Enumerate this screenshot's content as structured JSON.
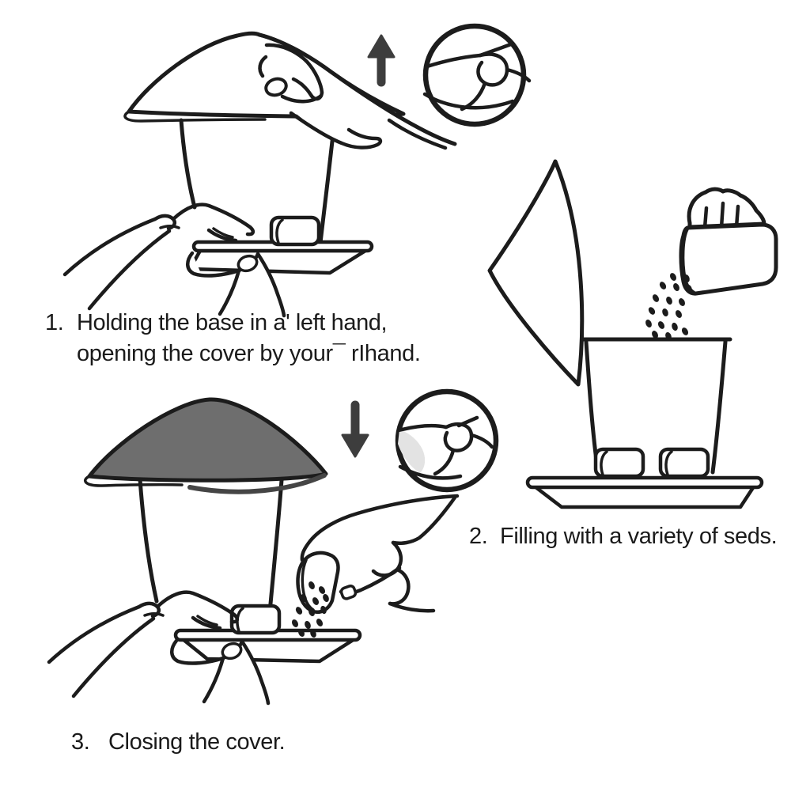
{
  "document": {
    "type": "instruction-diagram",
    "subject": "bird feeder usage steps",
    "background": "#ffffff",
    "text_color": "#1a1a1a",
    "steps": [
      {
        "number": "1.",
        "lines": [
          "Holding the base in a' left hand,",
          "opening the cover by your¯ rIhand."
        ],
        "illustration": "hand lifting the feeder cover while other hand holds the base tray",
        "arrow": "up",
        "inset": "close-up of fingers pinching the cover"
      },
      {
        "number": "2.",
        "lines": [
          "Filling with a variety of seds."
        ],
        "illustration": "scoop pouring seeds into the open feeder base on its tray",
        "arrow": "",
        "inset": ""
      },
      {
        "number": "3.",
        "lines": [
          "Closing the cover."
        ],
        "illustration": "gray cover closed onto base while hand pours seeds onto tray",
        "arrow": "down",
        "inset": "close-up of fingers pressing the cover"
      }
    ],
    "colors": {
      "line": "#1c1c1c",
      "arrow": "#3d3d3d",
      "roof_fill": "#6e6e6e",
      "roof_lip": "#454545",
      "inset_shade": "#e3e3e3"
    }
  }
}
